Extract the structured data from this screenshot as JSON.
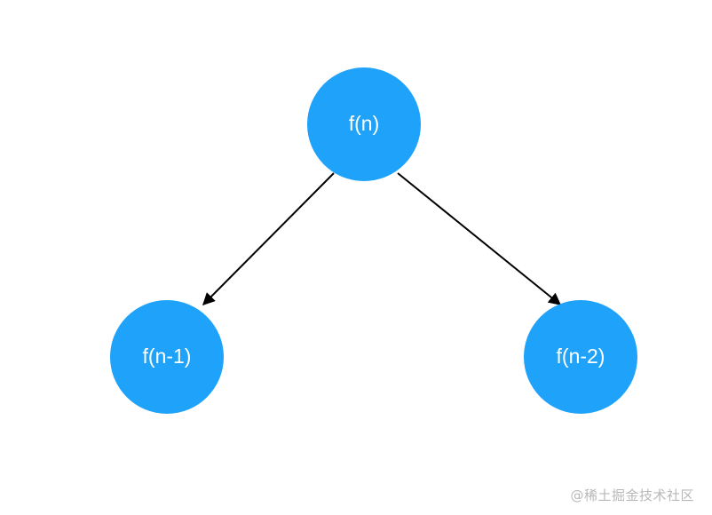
{
  "diagram": {
    "node_color": "#1ea2fa",
    "label_color": "#ffffff",
    "edge_color": "#000000",
    "nodes": [
      {
        "id": "root",
        "label": "f(n)"
      },
      {
        "id": "left",
        "label": "f(n-1)"
      },
      {
        "id": "right",
        "label": "f(n-2)"
      }
    ],
    "edges": [
      {
        "from": "root",
        "to": "left"
      },
      {
        "from": "root",
        "to": "right"
      }
    ]
  },
  "watermark": {
    "text": "@稀土掘金技术社区"
  }
}
